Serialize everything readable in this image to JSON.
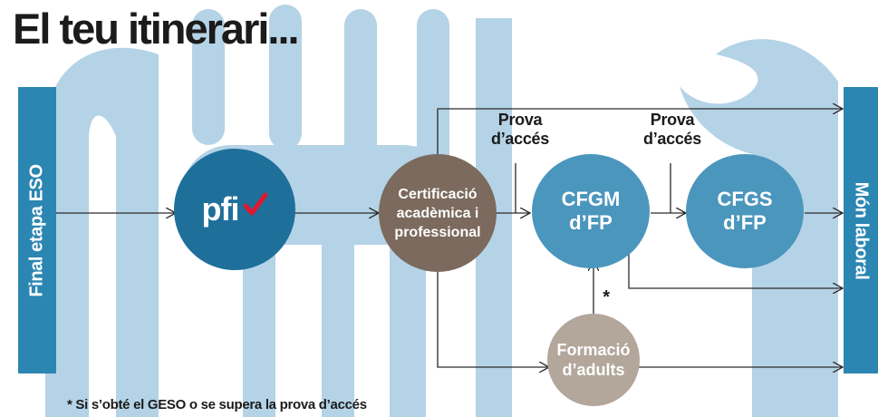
{
  "title": "El teu itinerari...",
  "left_bar": "Final etapa ESO",
  "right_bar": "Món laboral",
  "nodes": {
    "pfi": "pfi",
    "certificacio": "Certificació\nacadèmica i\nprofessional",
    "cfgm": "CFGM\nd’FP",
    "cfgs": "CFGS\nd’FP",
    "formacio": "Formació\nd’adults"
  },
  "labels": {
    "prova1": "Prova\nd’accés",
    "prova2": "Prova\nd’accés",
    "asterisk": "*"
  },
  "footnote": "* Si s’obté el GESO o se supera la prova d’accés",
  "colors": {
    "bar": "#2b86b2",
    "pfi": "#1f6f9b",
    "certificacio": "#7b6a5d",
    "cfg": "#4b96bd",
    "formacio": "#b3a69b",
    "background_shapes": "#b4d3e6",
    "check": "#e3162b",
    "arrow": "#2a2a2a"
  },
  "icons": [
    "fork-shape",
    "spoon-shape",
    "wrench-shape",
    "check-mark-icon"
  ]
}
